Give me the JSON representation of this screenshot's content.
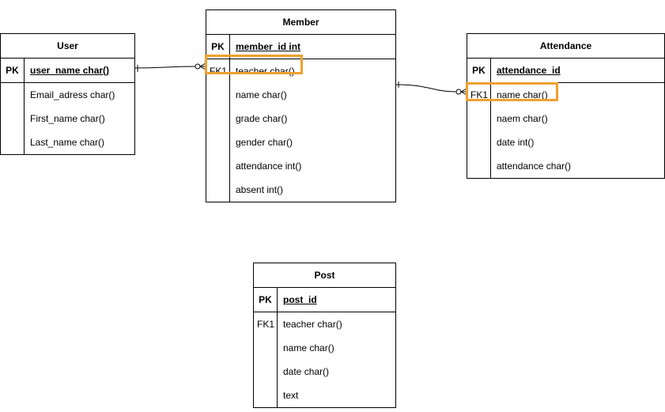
{
  "colors": {
    "line": "#000000",
    "highlight": "#f0a030",
    "background": "#ffffff"
  },
  "entities": {
    "user": {
      "title": "User",
      "pk_label": "PK",
      "pk_name": "user_name char()",
      "rows": [
        {
          "fk": "",
          "name": "Email_adress char()"
        },
        {
          "fk": "",
          "name": "First_name char()"
        },
        {
          "fk": "",
          "name": "Last_name char()"
        }
      ]
    },
    "member": {
      "title": "Member",
      "pk_label": "PK",
      "pk_name": "member_id int",
      "rows": [
        {
          "fk": "FK1",
          "name": "teacher char()"
        },
        {
          "fk": "",
          "name": "name char()"
        },
        {
          "fk": "",
          "name": "grade char()"
        },
        {
          "fk": "",
          "name": "gender char()"
        },
        {
          "fk": "",
          "name": "attendance int()"
        },
        {
          "fk": "",
          "name": "absent int()"
        }
      ]
    },
    "attendance": {
      "title": "Attendance",
      "pk_label": "PK",
      "pk_name": "attendance_id",
      "rows": [
        {
          "fk": "FK1",
          "name": "name char()"
        },
        {
          "fk": "",
          "name": "naem char()"
        },
        {
          "fk": "",
          "name": "date int()"
        },
        {
          "fk": "",
          "name": "attendance char()"
        }
      ]
    },
    "post": {
      "title": "Post",
      "pk_label": "PK",
      "pk_name": "post_id",
      "rows": [
        {
          "fk": "FK1",
          "name": "teacher char()"
        },
        {
          "fk": "",
          "name": "name char()"
        },
        {
          "fk": "",
          "name": "date char()"
        },
        {
          "fk": "",
          "name": "text"
        }
      ]
    }
  }
}
